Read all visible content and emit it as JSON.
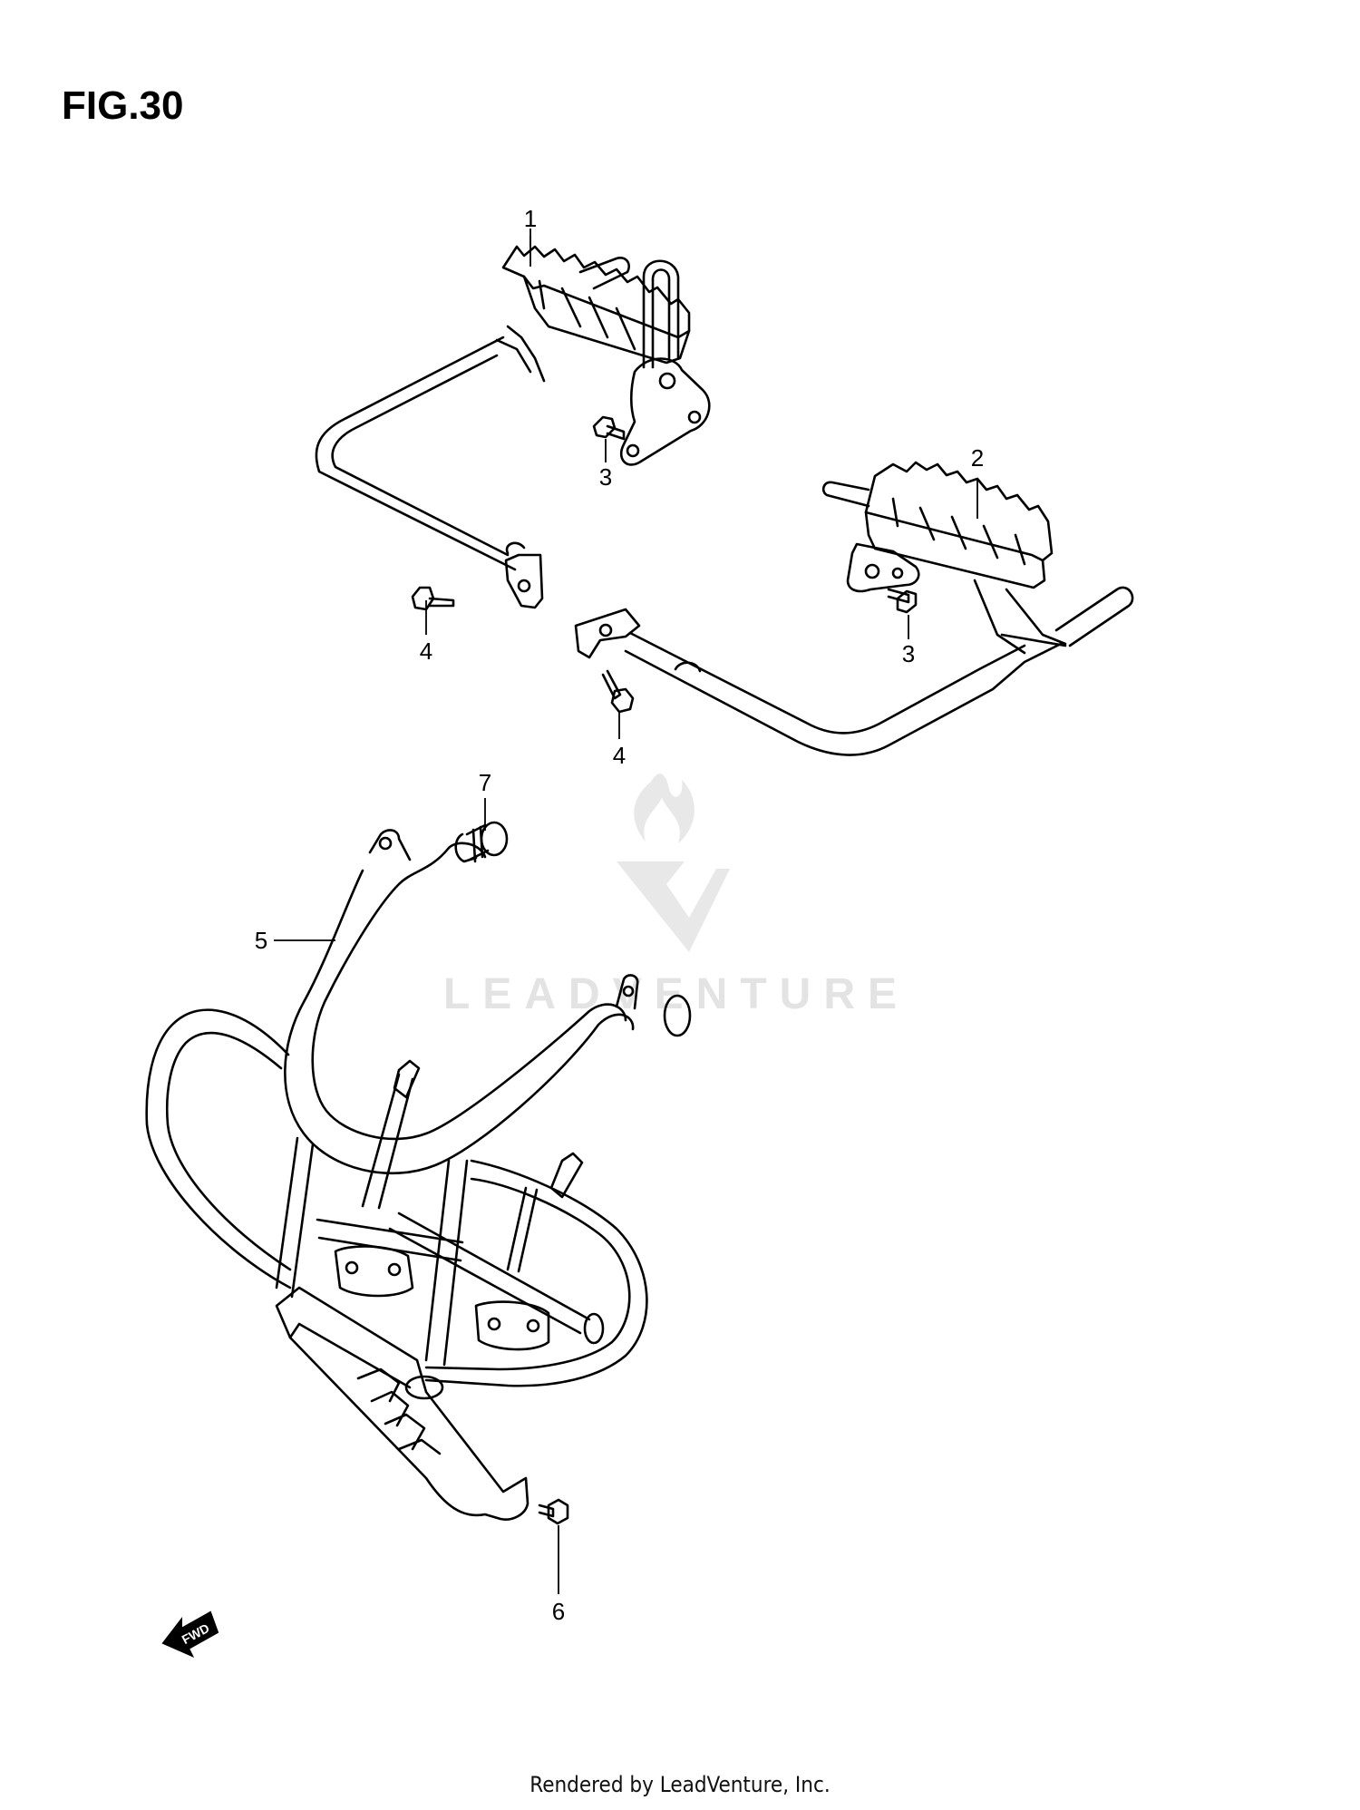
{
  "figure": {
    "title": "FIG.30"
  },
  "callouts": [
    {
      "id": "c1",
      "label": "1"
    },
    {
      "id": "c2",
      "label": "2"
    },
    {
      "id": "c3a",
      "label": "3"
    },
    {
      "id": "c3b",
      "label": "3"
    },
    {
      "id": "c4a",
      "label": "4"
    },
    {
      "id": "c4b",
      "label": "4"
    },
    {
      "id": "c5",
      "label": "5"
    },
    {
      "id": "c6",
      "label": "6"
    },
    {
      "id": "c7",
      "label": "7"
    }
  ],
  "direction_marker": {
    "label": "FWD",
    "icon": "forward-arrow-icon"
  },
  "watermark": {
    "text": "LEADVENTURE",
    "icon": "flame-logo-icon",
    "color": "#e3e3e3"
  },
  "footer": {
    "text": "Rendered by LeadVenture, Inc."
  }
}
